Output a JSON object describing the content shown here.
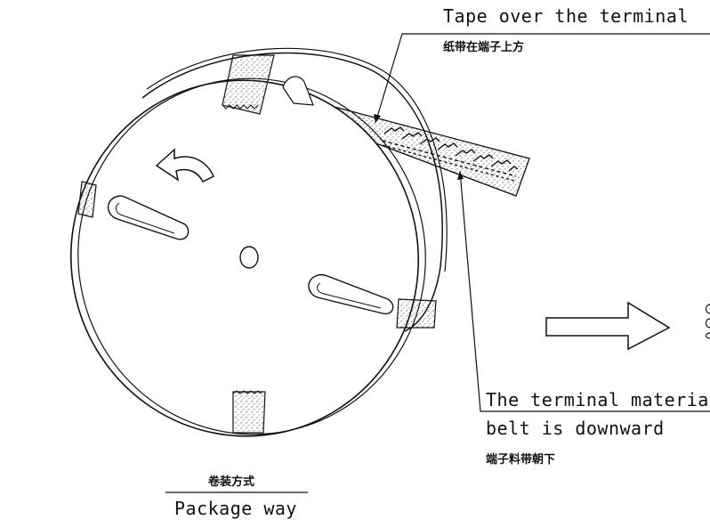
{
  "labels": {
    "tape_en": "Tape over the terminal",
    "tape_cn": "纸带在端子上方",
    "terminal_en_line1": "The terminal material",
    "terminal_en_line2": "belt is downward",
    "terminal_cn": "端子料带朝下",
    "package_cn": "卷装方式",
    "package_en": "Package way"
  },
  "colors": {
    "line": "#111111",
    "background": "#ffffff"
  }
}
